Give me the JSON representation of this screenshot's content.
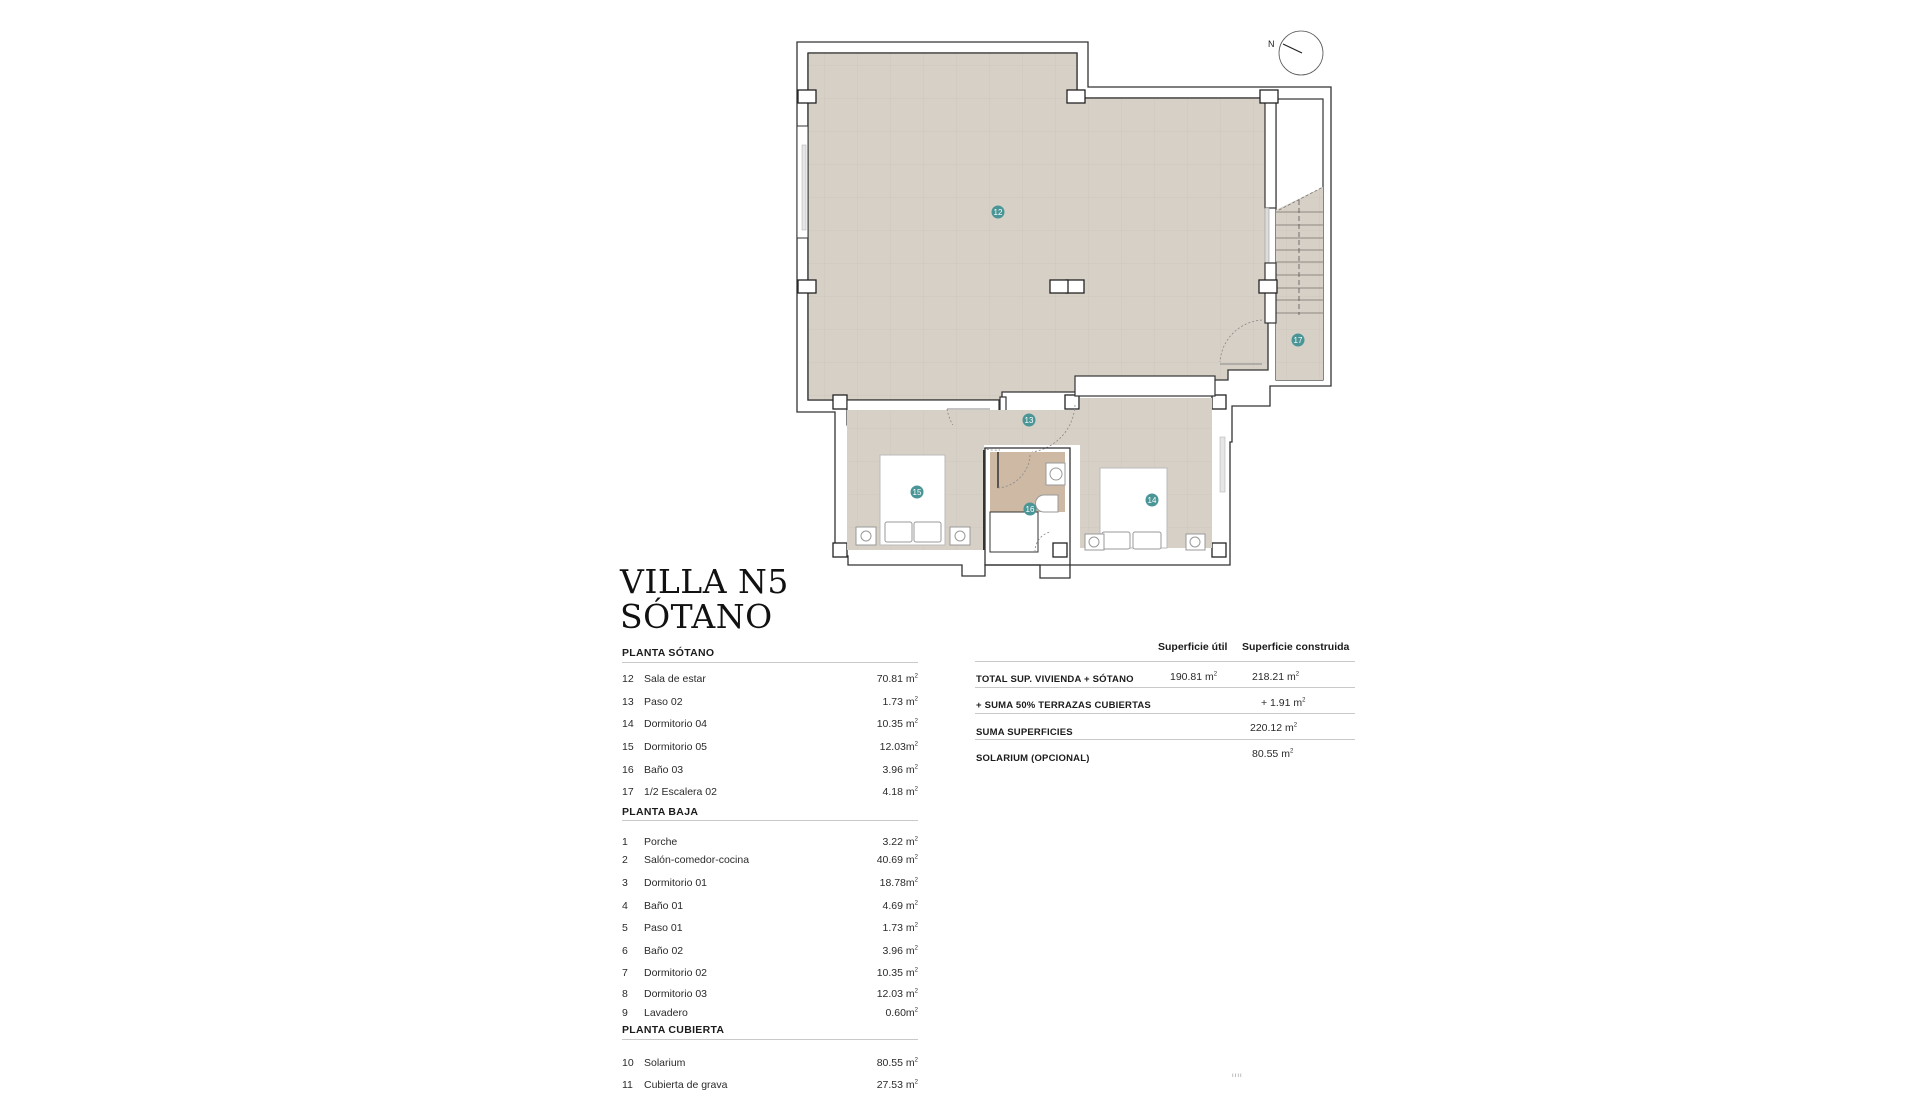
{
  "header": {
    "title_line1": "VILLA N5",
    "title_line2": "SÓTANO"
  },
  "plan": {
    "compass_label": "N",
    "floor_color": "#d7d0c7",
    "bath_floor_color": "#cdb9a4",
    "marker_color": "#4a9696",
    "markers": [
      "12",
      "13",
      "14",
      "15",
      "16",
      "17"
    ]
  },
  "room_table": {
    "sections": [
      {
        "title": "PLANTA SÓTANO",
        "rows": [
          {
            "num": "12",
            "name": "Sala de estar",
            "value": "70.81 m",
            "unit_sup": "2"
          },
          {
            "num": "13",
            "name": "Paso 02",
            "value": "1.73 m",
            "unit_sup": "2"
          },
          {
            "num": "14",
            "name": "Dormitorio 04",
            "value": "10.35 m",
            "unit_sup": "2"
          },
          {
            "num": "15",
            "name": "Dormitorio 05",
            "value": "12.03m",
            "unit_sup": "2"
          },
          {
            "num": "16",
            "name": "Baño 03",
            "value": "3.96 m",
            "unit_sup": "2"
          },
          {
            "num": "17",
            "name": "1/2 Escalera 02",
            "value": "4.18 m",
            "unit_sup": "2"
          }
        ]
      },
      {
        "title": "PLANTA BAJA",
        "rows": [
          {
            "num": "1",
            "name": "Porche",
            "value": "3.22 m",
            "unit_sup": "2"
          },
          {
            "num": "2",
            "name": "Salón-comedor-cocina",
            "value": "40.69 m",
            "unit_sup": "2"
          },
          {
            "num": "3",
            "name": "Dormitorio 01",
            "value": "18.78m",
            "unit_sup": "2"
          },
          {
            "num": "4",
            "name": "Baño 01",
            "value": "4.69 m",
            "unit_sup": "2"
          },
          {
            "num": "5",
            "name": "Paso 01",
            "value": "1.73 m",
            "unit_sup": "2"
          },
          {
            "num": "6",
            "name": "Baño 02",
            "value": "3.96 m",
            "unit_sup": "2"
          },
          {
            "num": "7",
            "name": "Dormitorio 02",
            "value": "10.35 m",
            "unit_sup": "2"
          },
          {
            "num": "8",
            "name": "Dormitorio 03",
            "value": "12.03 m",
            "unit_sup": "2"
          },
          {
            "num": "9",
            "name": "Lavadero",
            "value": "0.60m",
            "unit_sup": "2"
          }
        ]
      },
      {
        "title": "PLANTA CUBIERTA",
        "rows": [
          {
            "num": "10",
            "name": "Solarium",
            "value": "80.55 m",
            "unit_sup": "2"
          },
          {
            "num": "11",
            "name": "Cubierta de grava",
            "value": "27.53 m",
            "unit_sup": "2"
          }
        ]
      }
    ]
  },
  "summary_table": {
    "col_util": "Superficie útil",
    "col_construida": "Superficie construida",
    "rows": [
      {
        "label": "TOTAL SUP. VIVIENDA + SÓTANO",
        "util": "190.81  m",
        "util_sup": "2",
        "construida": "218.21 m",
        "construida_sup": "2"
      },
      {
        "label": "+ SUMA 50% TERRAZAS CUBIERTAS",
        "util": "",
        "util_sup": "",
        "construida": "+ 1.91 m",
        "construida_sup": "2"
      },
      {
        "label": "SUMA SUPERFICIES",
        "util": "",
        "util_sup": "",
        "construida": "220.12 m",
        "construida_sup": "2"
      },
      {
        "label": "SOLARIUM (OPCIONAL)",
        "util": "",
        "util_sup": "",
        "construida": "80.55 m",
        "construida_sup": "2"
      }
    ]
  },
  "footer": {
    "scale_marks": "ıııı"
  }
}
